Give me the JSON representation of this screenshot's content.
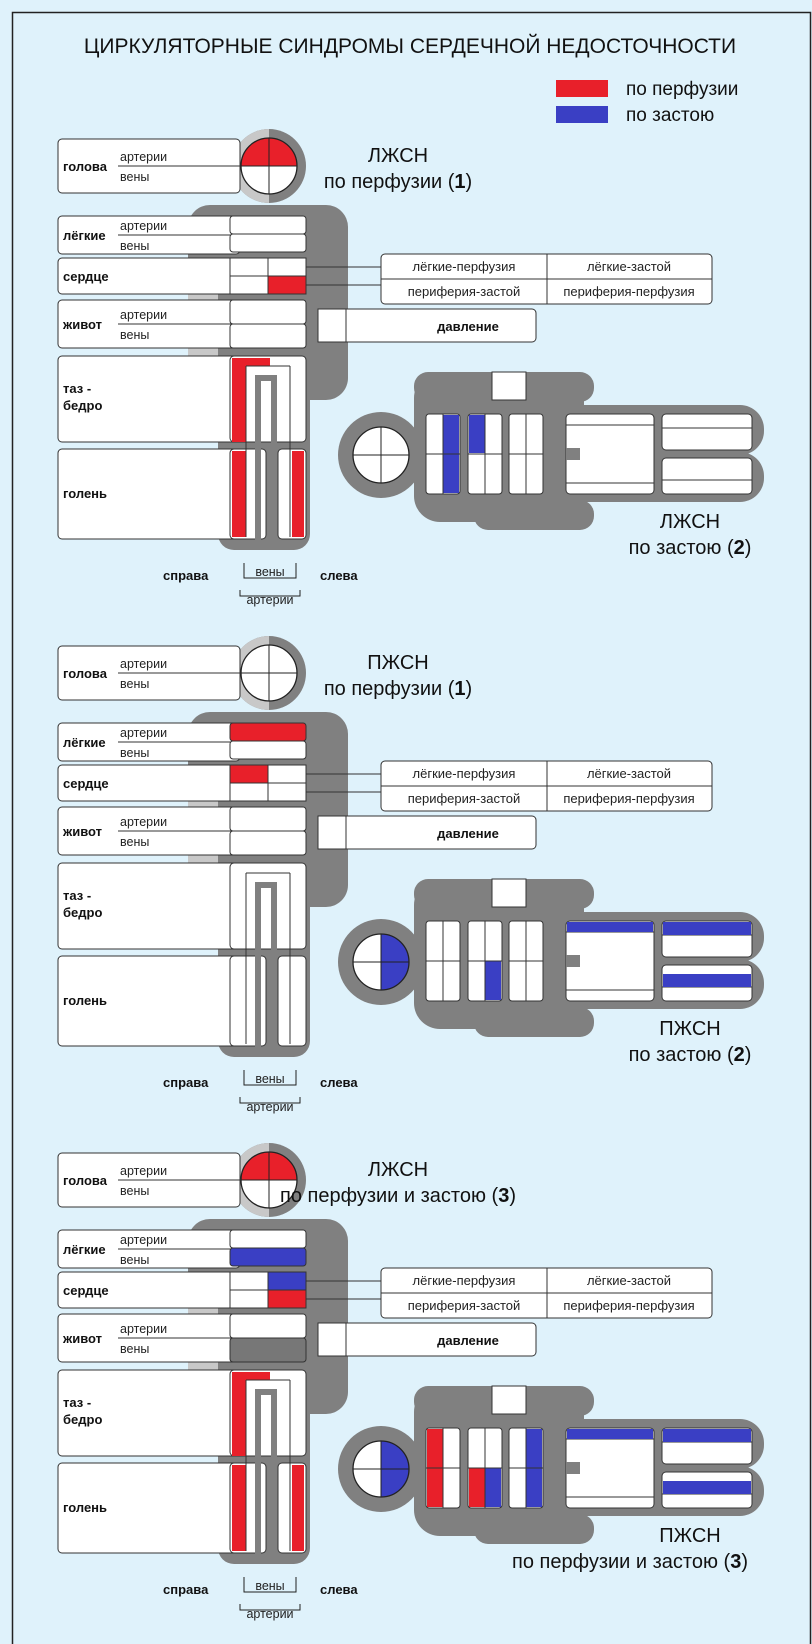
{
  "title": "ЦИРКУЛЯТОРНЫЕ СИНДРОМЫ СЕРДЕЧНОЙ НЕДОСТОЧНОСТИ",
  "legend": [
    {
      "label": "по перфузии",
      "color": "#e8202a"
    },
    {
      "label": "по застою",
      "color": "#3a3fc4"
    }
  ],
  "colors": {
    "background": "#dff2fb",
    "red": "#e8202a",
    "blue": "#3a3fc4",
    "body_gray": "#808080",
    "light_gray": "#c8c8c8",
    "dark_cell": "#777777"
  },
  "labels": {
    "head": "голова",
    "lungs": "лёгкие",
    "heart": "сердце",
    "abdomen": "живот",
    "pelvis_1": "таз -",
    "pelvis_2": "бедро",
    "shin": "голень",
    "arteries": "артерии",
    "veins": "вены",
    "right": "справа",
    "left": "слева",
    "pressure": "давление"
  },
  "table": [
    [
      "лёгкие-перфузия",
      "лёгкие-застой"
    ],
    [
      "периферия-застой",
      "периферия-перфузия"
    ]
  ],
  "panels": [
    {
      "front_title": "ЛЖСН",
      "front_sub": "по перфузии (1)",
      "side_title": "ЛЖСН",
      "side_sub": "по застою (2)",
      "head_fill": [
        "red",
        "red",
        "",
        ""
      ],
      "lungs_fill": [
        "",
        ""
      ],
      "heart_fill": [
        "",
        "",
        "",
        "red"
      ],
      "abdomen_fill": [
        "",
        ""
      ],
      "legs_red": true,
      "side_head_fill": [
        "",
        "",
        "",
        ""
      ],
      "side_cols": [
        "blue",
        "half-blue-top",
        "",
        ""
      ],
      "side_tubes_blue": false,
      "side_col3_half": false
    },
    {
      "front_title": "ПЖСН",
      "front_sub": "по перфузии (1)",
      "side_title": "ПЖСН",
      "side_sub": "по застою (2)",
      "head_fill": [
        "",
        "",
        "",
        ""
      ],
      "lungs_fill": [
        "red",
        ""
      ],
      "heart_fill": [
        "red",
        "",
        "",
        ""
      ],
      "abdomen_fill": [
        "",
        ""
      ],
      "legs_red": false,
      "side_head_fill": [
        "",
        "blue",
        "",
        "blue"
      ],
      "side_cols": [
        "",
        "half-blue-bottom",
        "",
        ""
      ],
      "side_tubes_blue": true,
      "side_col3_half": false
    },
    {
      "front_title": "ЛЖСН",
      "front_sub": "по перфузии и застою (3)",
      "side_title": "ПЖСН",
      "side_sub": "по перфузии и застою (3)",
      "head_fill": [
        "red",
        "red",
        "",
        ""
      ],
      "lungs_fill": [
        "",
        "blue"
      ],
      "heart_fill": [
        "",
        "blue",
        "",
        "red"
      ],
      "abdomen_fill": [
        "",
        "gray"
      ],
      "legs_red": true,
      "side_head_fill": [
        "",
        "blue",
        "",
        "blue"
      ],
      "side_cols": [
        "red-half",
        "red-blue",
        "blue-half",
        ""
      ],
      "side_tubes_blue": true,
      "side_col3_half": true
    }
  ]
}
